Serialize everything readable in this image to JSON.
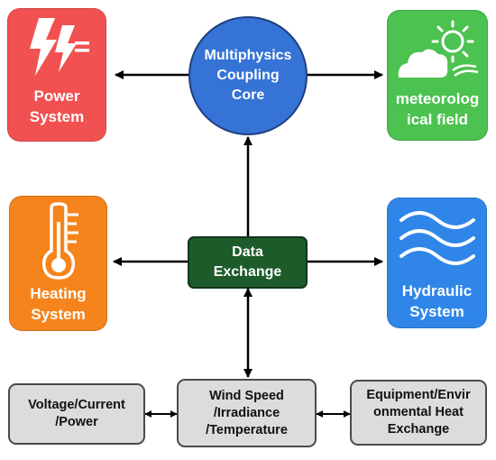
{
  "core": {
    "label": "Multiphysics\nCoupling\nCore",
    "color": "#3573d6"
  },
  "hub": {
    "label": "Data\nExchange",
    "color": "#1d5c2a"
  },
  "tiles": {
    "power": {
      "label": "Power\nSystem",
      "color": "#f25151",
      "icon": "lightning-icon"
    },
    "meteorological": {
      "label": "meteorolog\nical field",
      "color": "#4cc250",
      "icon": "sun-cloud-wind-icon"
    },
    "heating": {
      "label": "Heating\nSystem",
      "color": "#f5841c",
      "icon": "thermometer-icon"
    },
    "hydraulic": {
      "label": "Hydraulic\nSystem",
      "color": "#2f86e8",
      "icon": "water-waves-icon"
    }
  },
  "bottom": {
    "left": "Voltage/Current\n/Power",
    "center": "Wind Speed\n/Irradiance\n/Temperature",
    "right": "Equipment/Envir\nonmental Heat\nExchange"
  }
}
